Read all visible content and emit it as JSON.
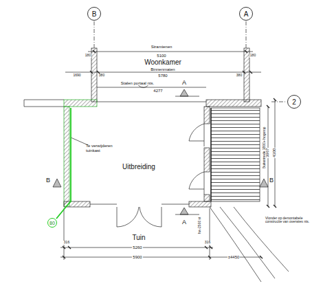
{
  "diagram": {
    "nodes": [
      {
        "text": [
          "B"
        ]
      },
      {
        "text": [
          "A"
        ]
      },
      {
        "text": [
          "2"
        ]
      },
      {
        "text": [
          "80"
        ]
      }
    ],
    "labels": [
      "Stramienen",
      "5100",
      "180",
      "180",
      "Woonkamer",
      "Binnenmaten",
      "5780",
      "1690",
      "380",
      "380",
      "Stalen portaal nts.",
      "4277",
      "A",
      "Te verwijderen tuinkast",
      "Uitbreiding",
      "B",
      "B",
      "A",
      "Tuin",
      "Buitentrede 1800+ hogerop",
      "3967",
      "4300",
      "hw-2500 st",
      "Vlonder op demontabele constructie van overwies nts.",
      "316",
      "5260",
      "316",
      "5900",
      "±4450"
    ]
  }
}
